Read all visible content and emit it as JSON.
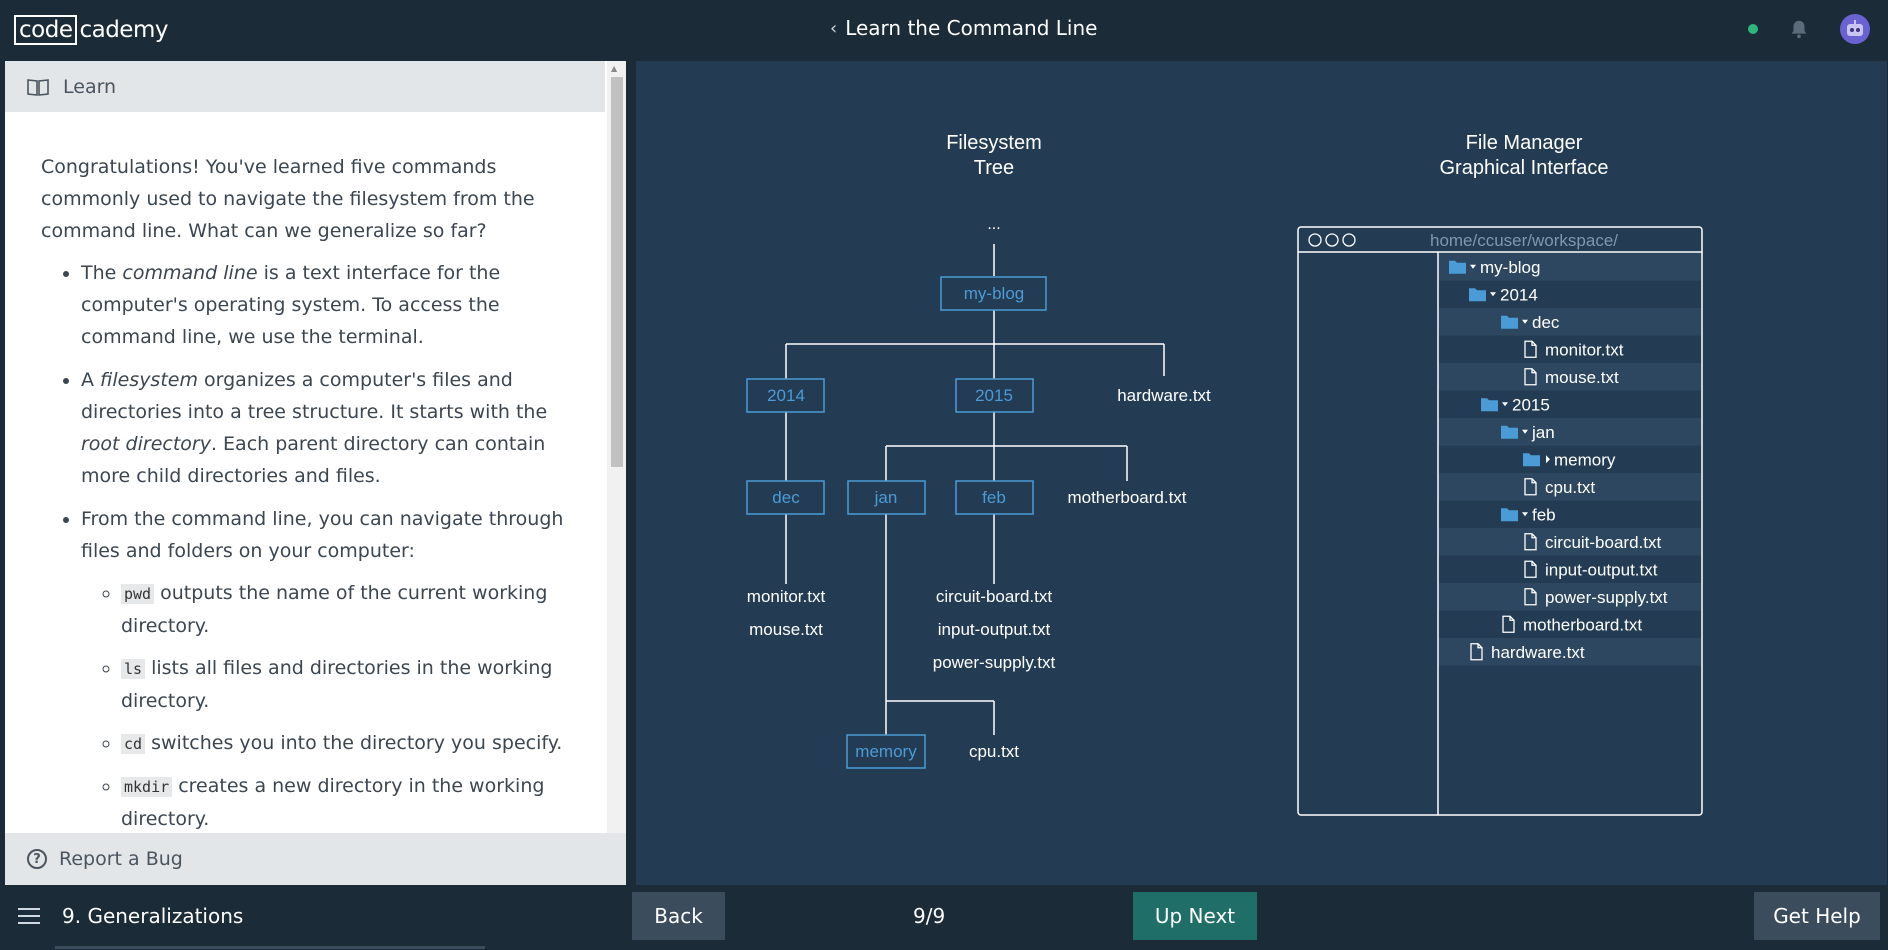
{
  "header": {
    "logo_left": "code",
    "logo_right": "cademy",
    "course_title": "Learn the Command Line"
  },
  "learn_panel": {
    "tab_label": "Learn",
    "intro": "Congratulations! You've learned five commands commonly used to navigate the filesystem from the command line. What can we generalize so far?",
    "bullet1": {
      "pre": "The ",
      "em": "command line",
      "post": " is a text interface for the computer's operating system. To access the command line, we use the terminal."
    },
    "bullet2": {
      "pre": "A ",
      "em": "filesystem",
      "mid": " organizes a computer's files and directories into a tree structure. It starts with the ",
      "em2": "root directory",
      "post": ". Each parent directory can contain more child directories and files."
    },
    "bullet3": "From the command line, you can navigate through files and folders on your computer:",
    "commands": [
      {
        "code": "pwd",
        "text": " outputs the name of the current working directory."
      },
      {
        "code": "ls",
        "text": " lists all files and directories in the working directory."
      },
      {
        "code": "cd",
        "text": " switches you into the directory you specify."
      },
      {
        "code": "mkdir",
        "text": " creates a new directory in the working directory."
      }
    ],
    "report_bug": "Report a Bug"
  },
  "diagram": {
    "tree_title_1": "Filesystem",
    "tree_title_2": "Tree",
    "fm_title_1": "File Manager",
    "fm_title_2": "Graphical Interface",
    "root_ellipsis": "...",
    "my_blog": "my-blog",
    "y2014": "2014",
    "y2015": "2015",
    "hardware": "hardware.txt",
    "dec": "dec",
    "jan": "jan",
    "feb": "feb",
    "motherboard": "motherboard.txt",
    "monitor": "monitor.txt",
    "mouse": "mouse.txt",
    "circuit": "circuit-board.txt",
    "inputoutput": "input-output.txt",
    "power": "power-supply.txt",
    "memory": "memory",
    "cpu": "cpu.txt",
    "path": "home/ccuser/workspace/",
    "fm_rows": [
      {
        "label": "my-blog",
        "type": "folder-open"
      },
      {
        "label": "2014",
        "type": "folder-open"
      },
      {
        "label": "dec",
        "type": "folder-open"
      },
      {
        "label": "monitor.txt",
        "type": "file"
      },
      {
        "label": "mouse.txt",
        "type": "file"
      },
      {
        "label": "2015",
        "type": "folder-open"
      },
      {
        "label": "jan",
        "type": "folder-open"
      },
      {
        "label": "memory",
        "type": "folder-closed"
      },
      {
        "label": "cpu.txt",
        "type": "file"
      },
      {
        "label": "feb",
        "type": "folder-open"
      },
      {
        "label": "circuit-board.txt",
        "type": "file"
      },
      {
        "label": "input-output.txt",
        "type": "file"
      },
      {
        "label": "power-supply.txt",
        "type": "file"
      },
      {
        "label": "motherboard.txt",
        "type": "file"
      },
      {
        "label": "hardware.txt",
        "type": "file"
      }
    ]
  },
  "footer": {
    "lesson": "9. Generalizations",
    "back": "Back",
    "pager": "9/9",
    "next": "Up Next",
    "help": "Get Help"
  },
  "colors": {
    "panel_bg": "#243c53",
    "accent_blue": "#4a9bd6",
    "next_button": "#1f6f68"
  }
}
